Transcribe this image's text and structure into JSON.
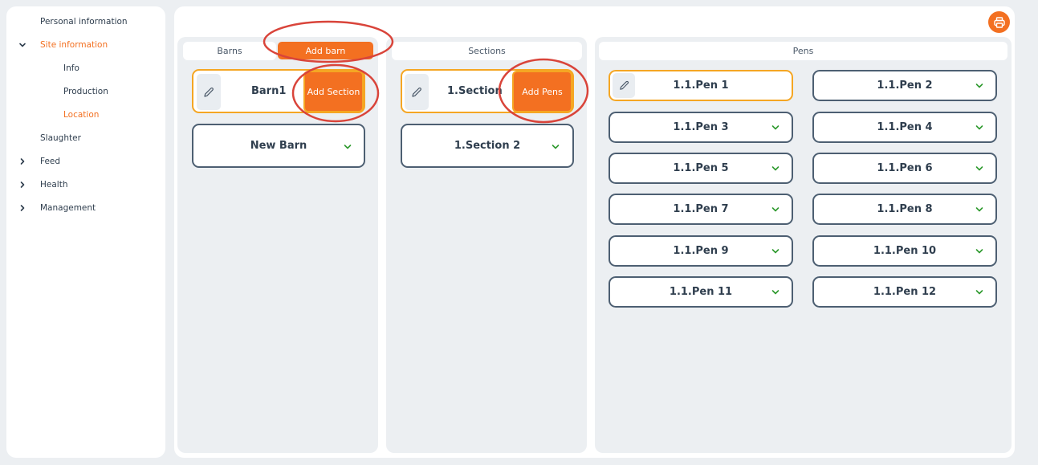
{
  "sidebar": {
    "items": [
      {
        "label": "Personal information"
      },
      {
        "label": "Site information"
      },
      {
        "label": "Info"
      },
      {
        "label": "Production"
      },
      {
        "label": "Location"
      },
      {
        "label": "Slaughter"
      },
      {
        "label": "Feed"
      },
      {
        "label": "Health"
      },
      {
        "label": "Management"
      }
    ]
  },
  "barns": {
    "header": "Barns",
    "add_label": "Add barn",
    "cards": [
      {
        "label": "Barn1",
        "action": "Add Section"
      },
      {
        "label": "New Barn"
      }
    ]
  },
  "sections": {
    "header": "Sections",
    "cards": [
      {
        "label": "1.Section",
        "action": "Add Pens"
      },
      {
        "label": "1.Section 2"
      }
    ]
  },
  "pens": {
    "header": "Pens",
    "cards": [
      {
        "label": "1.1.Pen 1"
      },
      {
        "label": "1.1.Pen 2"
      },
      {
        "label": "1.1.Pen 3"
      },
      {
        "label": "1.1.Pen 4"
      },
      {
        "label": "1.1.Pen 5"
      },
      {
        "label": "1.1.Pen 6"
      },
      {
        "label": "1.1.Pen 7"
      },
      {
        "label": "1.1.Pen 8"
      },
      {
        "label": "1.1.Pen 9"
      },
      {
        "label": "1.1.Pen 10"
      },
      {
        "label": "1.1.Pen 11"
      },
      {
        "label": "1.1.Pen 12"
      }
    ]
  },
  "icons": {
    "print": "printer-icon",
    "edit": "pencil-icon",
    "expand": "chevron-down-icon",
    "nav_expanded": "chevron-down-icon",
    "nav_collapsed": "chevron-right-icon"
  },
  "colors": {
    "accent": "#f37021",
    "selected_border": "#f5a623",
    "card_border": "#4d5f72",
    "chevron": "#2e9a2e",
    "annotation": "#d9443a",
    "background": "#eceff2"
  }
}
